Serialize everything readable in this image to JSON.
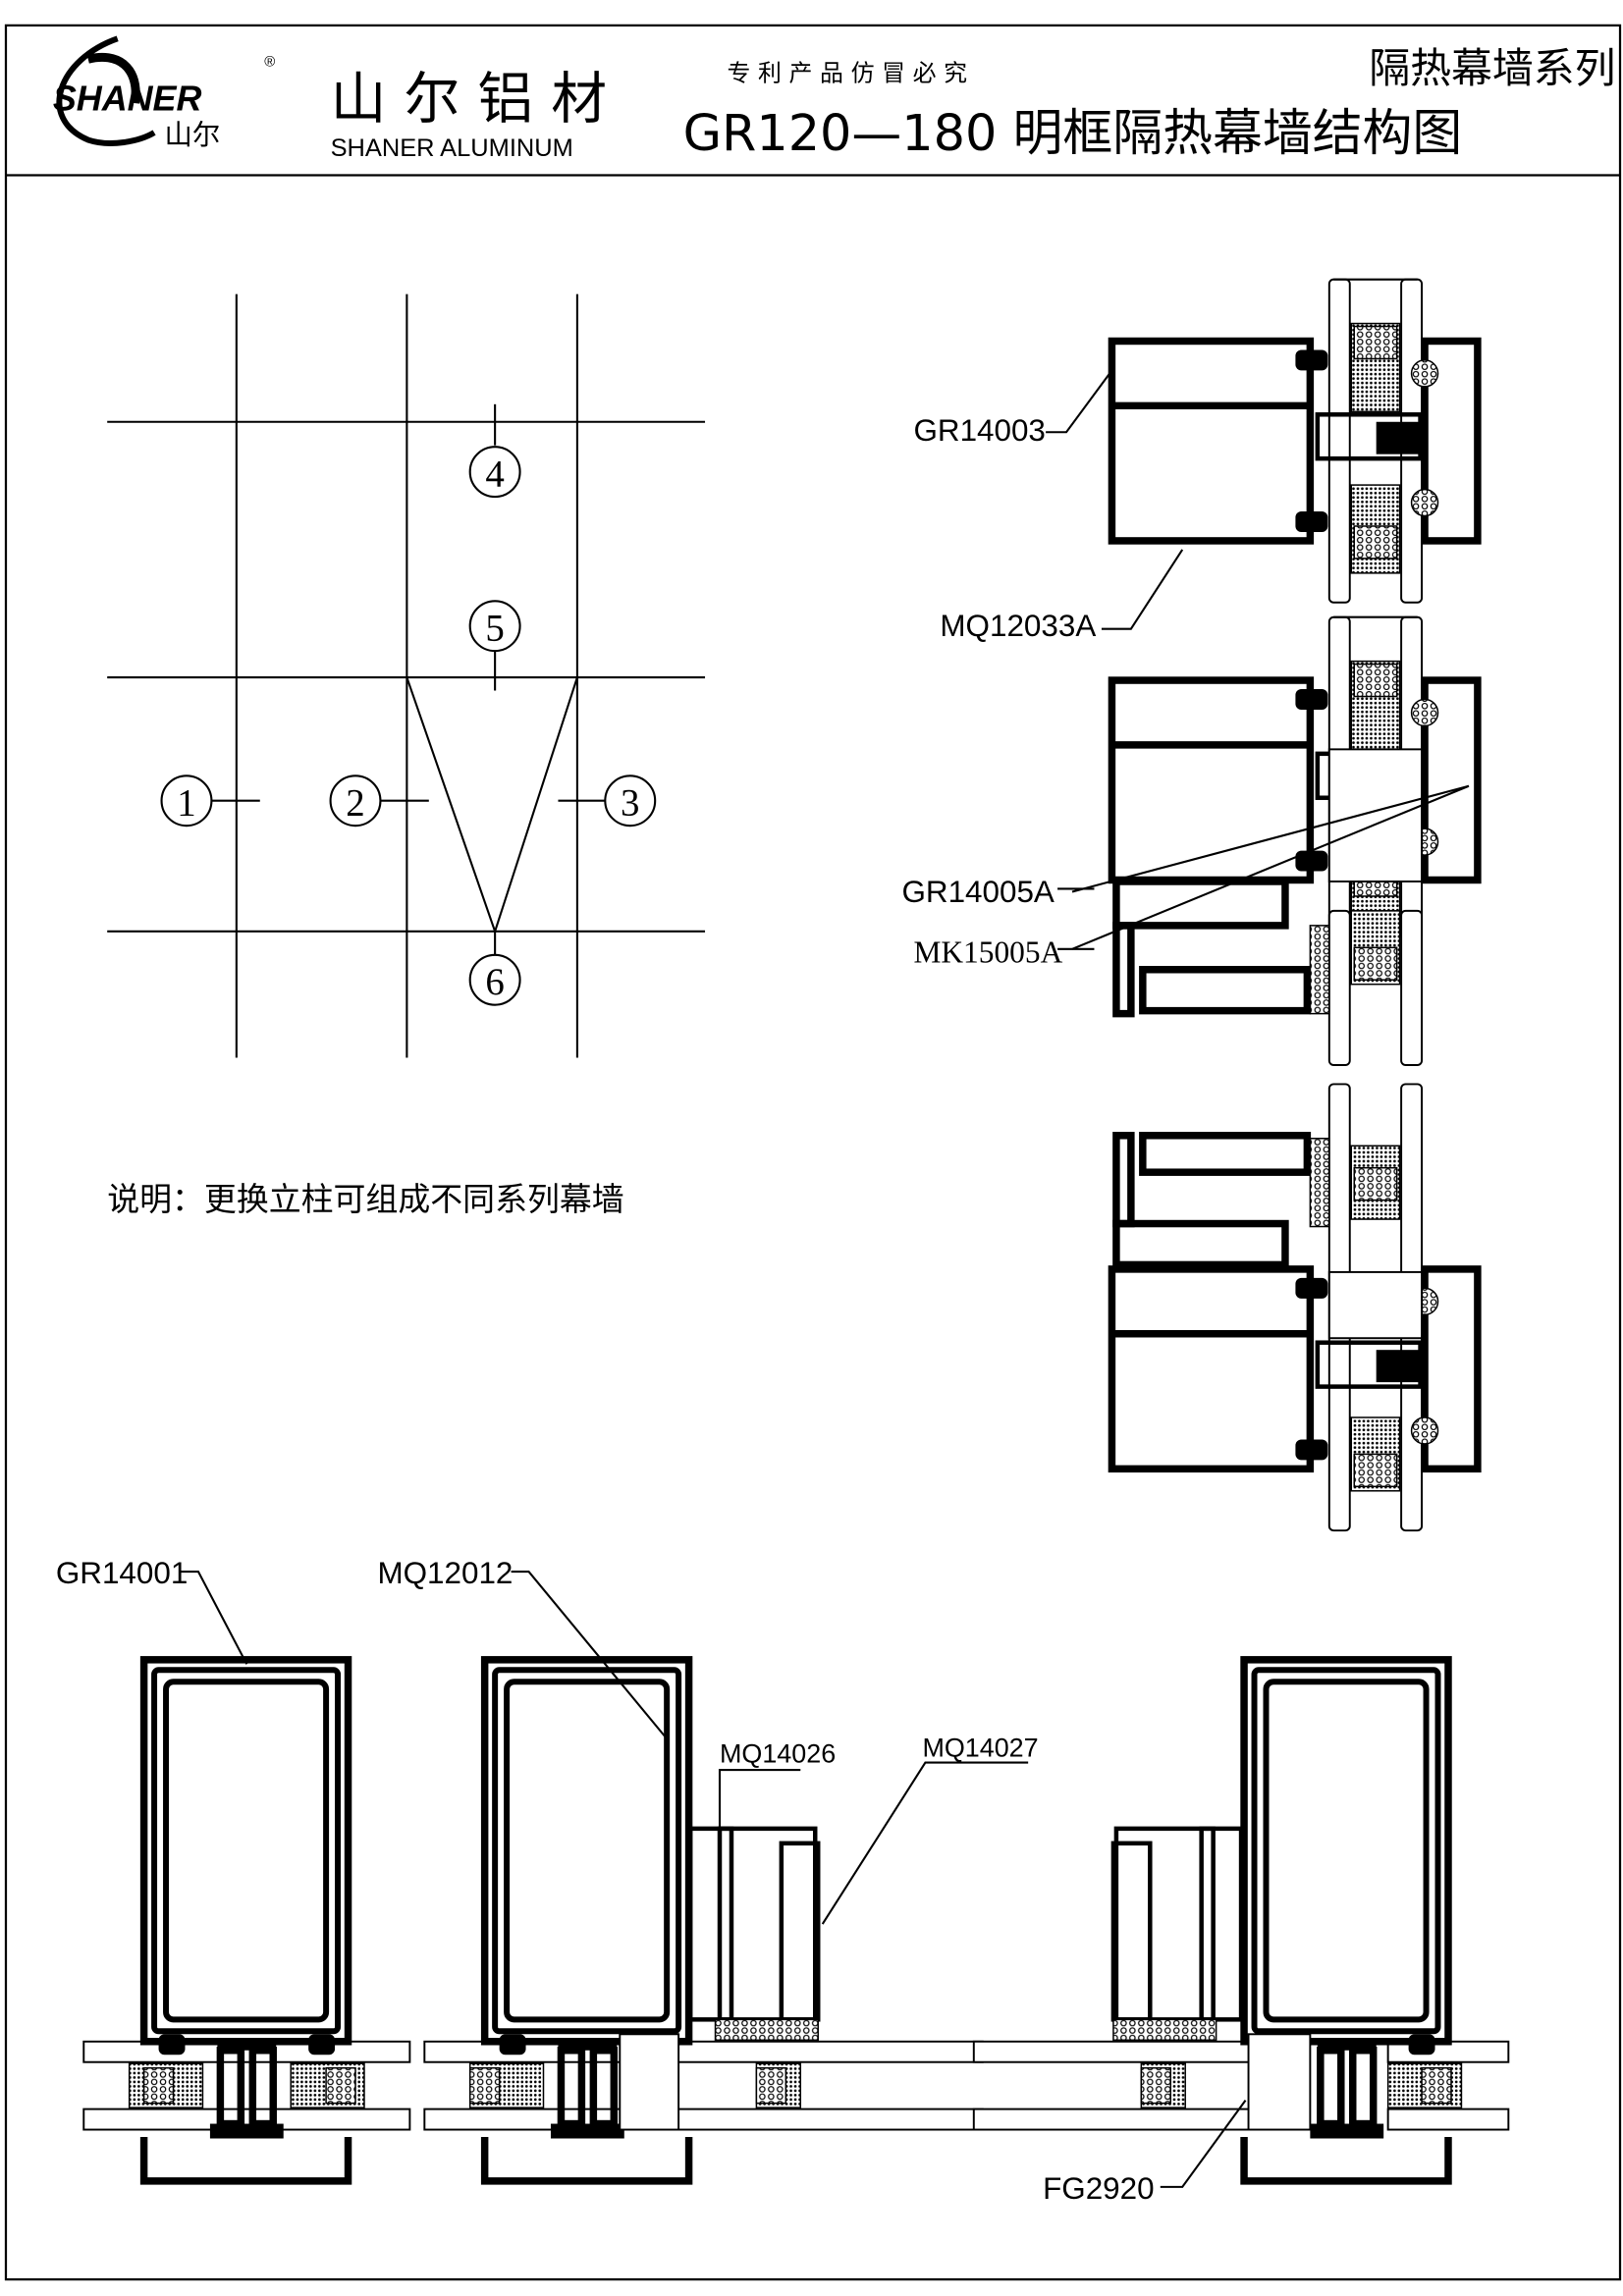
{
  "header": {
    "logo_text": "SHANER",
    "logo_sub": "山尔",
    "logo_mark": "®",
    "company_cn": "山 尔 铝 材",
    "company_en": "SHANER  ALUMINUM",
    "patent_note": "专 利 产 品    仿 冒 必 究",
    "title": "GR120—180 明框隔热幕墙结构图",
    "series": "隔热幕墙系列"
  },
  "elevation": {
    "markers": [
      "1",
      "2",
      "3",
      "4",
      "5",
      "6"
    ]
  },
  "note": "说明：更换立柱可组成不同系列幕墙",
  "section_labels": {
    "gr14003": "GR14003",
    "mq12033a": "MQ12033A",
    "gr14005a": "GR14005A",
    "mk15005a": "MK15005A"
  },
  "plan_labels": {
    "gr14001": "GR14001",
    "mq12012": "MQ12012",
    "mq14026": "MQ14026",
    "mq14027": "MQ14027",
    "fg2920": "FG2920"
  }
}
